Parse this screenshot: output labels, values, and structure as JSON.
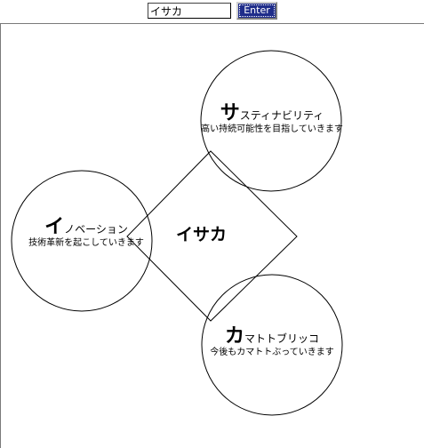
{
  "search": {
    "value": "イサカ"
  },
  "toolbar": {
    "enter_label": "Enter"
  },
  "diagram": {
    "center_label": "イサカ",
    "nodes": {
      "sustainability": {
        "initial": "サ",
        "rest": "スティナビリティ",
        "sub": "高い持続可能性を目指していきます"
      },
      "innovation": {
        "initial": "イ",
        "rest": "ノベーション",
        "sub": "技術革新を起こしていきます"
      },
      "katamari": {
        "initial": "カ",
        "rest": "マトトブリッコ",
        "sub": "今後もカマトトぶっていきます"
      }
    }
  }
}
